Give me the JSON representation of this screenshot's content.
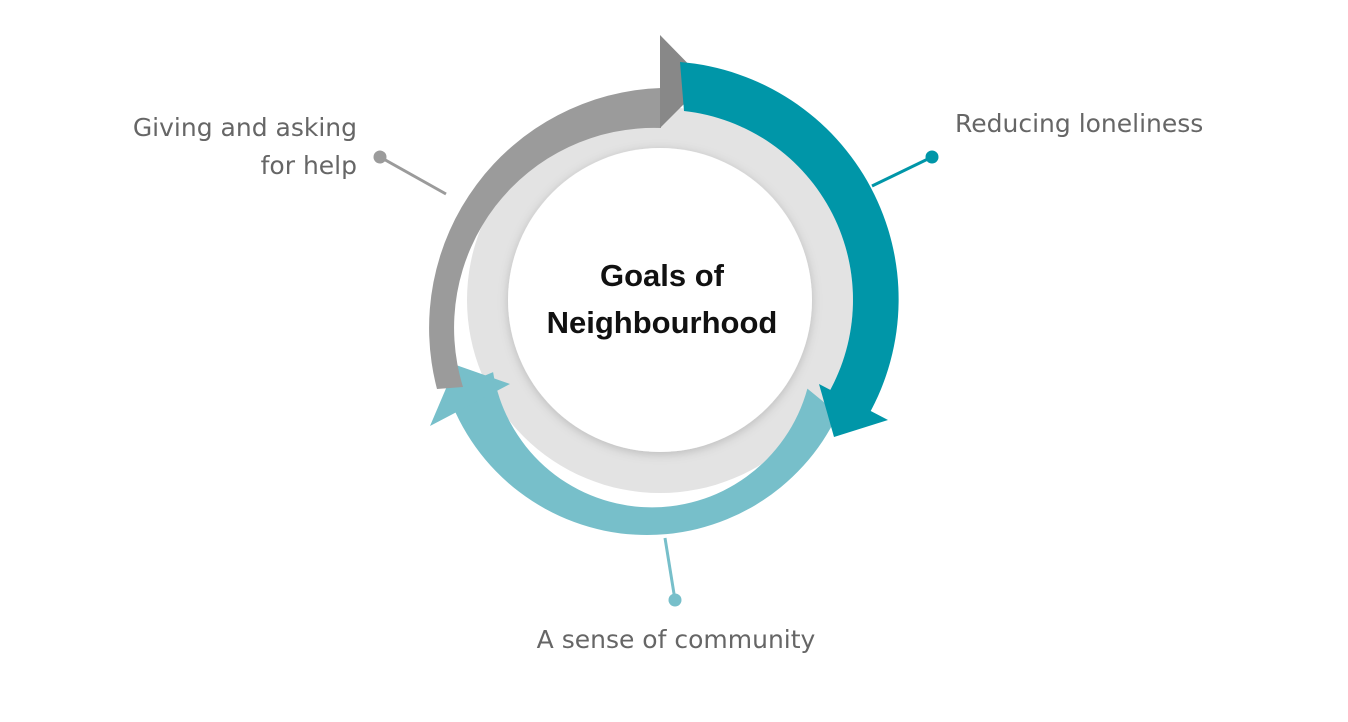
{
  "diagram": {
    "center": {
      "line1": "Goals of",
      "line2": "Neighbourhood"
    },
    "segments": [
      {
        "label_lines": [
          "Reducing loneliness"
        ],
        "color": "#0096a8"
      },
      {
        "label_lines": [
          "A sense of community"
        ],
        "color": "#77bfca"
      },
      {
        "label_lines": [
          "Giving and asking",
          "for help"
        ],
        "color": "#9b9b9b"
      }
    ],
    "colors": {
      "inner_ring": "#e3e3e3",
      "center_disc": "#ffffff",
      "label_text": "#666666",
      "title_text": "#111111"
    }
  }
}
